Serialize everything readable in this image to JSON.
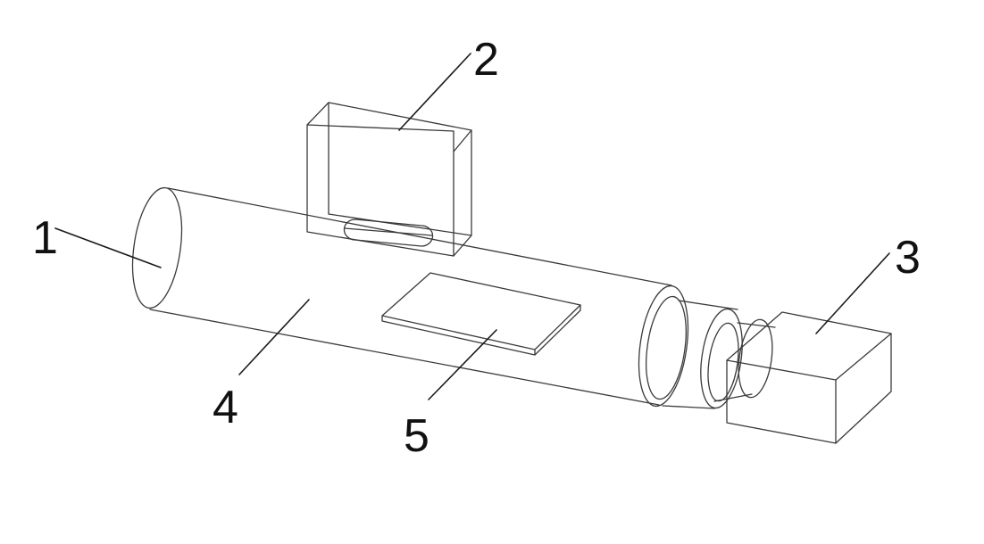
{
  "labels": {
    "l1": "1",
    "l2": "2",
    "l3": "3",
    "l4": "4",
    "l5": "5"
  },
  "colors": {
    "line": "#3a3a3a",
    "text": "#111111",
    "background": "#ffffff"
  }
}
